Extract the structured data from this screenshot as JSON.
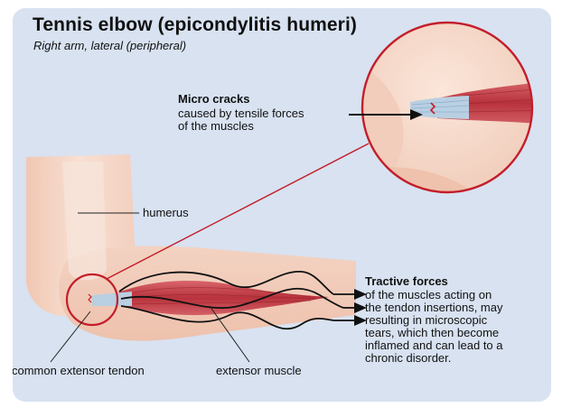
{
  "title": "Tennis elbow (epicondylitis humeri)",
  "subtitle": "Right arm, lateral (peripheral)",
  "micro_cracks": {
    "heading": "Micro cracks",
    "body": "caused by tensile forces\nof the muscles"
  },
  "tractive_forces": {
    "heading": "Tractive forces",
    "body": "of the muscles acting on\nthe tendon insertions, may\nresulting in microscopic\ntears, which then become\ninflamed and can lead to a\nchronic disorder."
  },
  "labels": {
    "humerus": "humerus",
    "tendon": "common extensor tendon",
    "muscle": "extensor muscle"
  },
  "colors": {
    "background": "#d8e2f1",
    "skin": "#f6d8c8",
    "muscle": "#c8464e",
    "tendon": "#b9cfe2",
    "highlight_circle": "#c41e2a",
    "arrow": "#111111"
  }
}
